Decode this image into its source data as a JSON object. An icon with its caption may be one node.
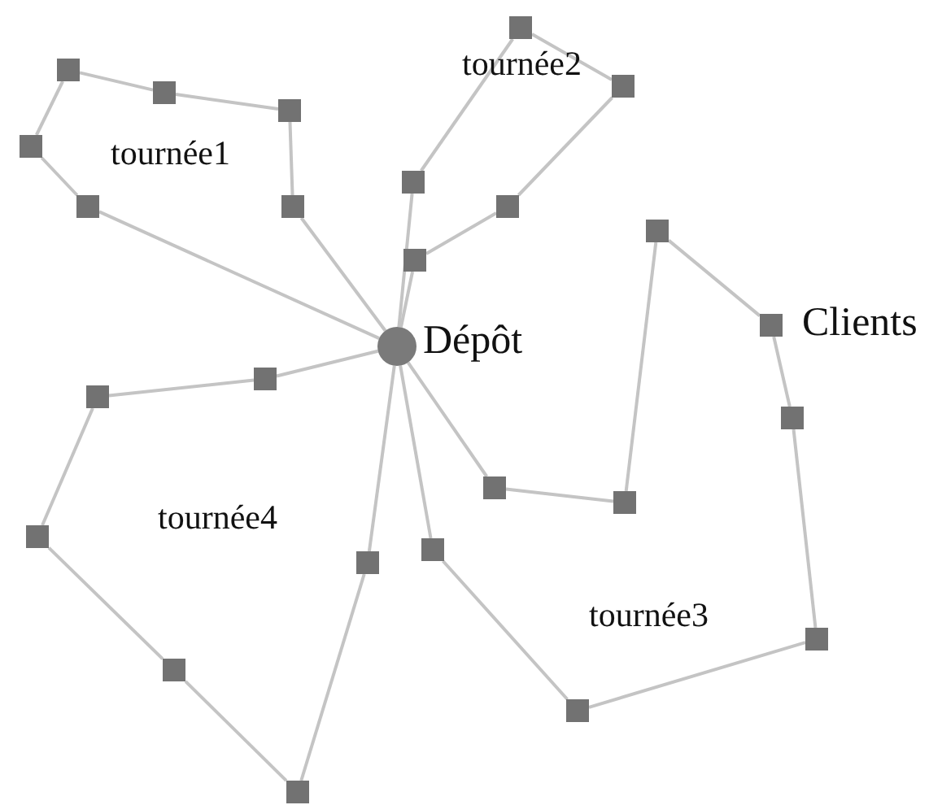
{
  "diagram": {
    "nodes": [
      {
        "text": [],
        "shape": "circle",
        "beside": [
          "Dépôt"
        ]
      },
      {
        "text": [],
        "shape": "box"
      },
      {
        "text": [],
        "shape": "box"
      },
      {
        "text": [],
        "shape": "box"
      },
      {
        "text": [],
        "shape": "box"
      },
      {
        "text": [],
        "shape": "box"
      },
      {
        "text": [],
        "shape": "box"
      },
      {
        "text": [],
        "shape": "box"
      },
      {
        "text": [],
        "shape": "box"
      },
      {
        "text": [],
        "shape": "box"
      },
      {
        "text": [],
        "shape": "box"
      },
      {
        "text": [],
        "shape": "box"
      },
      {
        "text": [],
        "shape": "box"
      },
      {
        "text": [],
        "shape": "box"
      },
      {
        "text": [],
        "shape": "box"
      },
      {
        "text": [],
        "shape": "box",
        "beside": [
          "Clients"
        ]
      },
      {
        "text": [],
        "shape": "box"
      },
      {
        "text": [],
        "shape": "box"
      },
      {
        "text": [],
        "shape": "box"
      },
      {
        "text": [],
        "shape": "box"
      },
      {
        "text": [],
        "shape": "box"
      },
      {
        "text": [],
        "shape": "box"
      },
      {
        "text": [],
        "shape": "box"
      },
      {
        "text": [],
        "shape": "box"
      },
      {
        "text": [],
        "shape": "box"
      },
      {
        "text": [],
        "shape": "box"
      }
    ],
    "edges": [
      {
        "from": 0,
        "to": 1,
        "arrow": "none"
      },
      {
        "from": 1,
        "to": 2,
        "arrow": "none"
      },
      {
        "from": 2,
        "to": 3,
        "arrow": "none"
      },
      {
        "from": 3,
        "to": 4,
        "arrow": "none"
      },
      {
        "from": 4,
        "to": 5,
        "arrow": "none"
      },
      {
        "from": 5,
        "to": 6,
        "arrow": "none"
      },
      {
        "from": 6,
        "to": 0,
        "arrow": "none"
      },
      {
        "from": 0,
        "to": 7,
        "arrow": "none"
      },
      {
        "from": 7,
        "to": 8,
        "arrow": "none"
      },
      {
        "from": 8,
        "to": 9,
        "arrow": "none"
      },
      {
        "from": 9,
        "to": 10,
        "arrow": "none"
      },
      {
        "from": 10,
        "to": 11,
        "arrow": "none"
      },
      {
        "from": 11,
        "to": 0,
        "arrow": "none"
      },
      {
        "from": 0,
        "to": 12,
        "arrow": "none"
      },
      {
        "from": 12,
        "to": 13,
        "arrow": "none"
      },
      {
        "from": 13,
        "to": 14,
        "arrow": "none"
      },
      {
        "from": 14,
        "to": 15,
        "arrow": "none"
      },
      {
        "from": 15,
        "to": 16,
        "arrow": "none"
      },
      {
        "from": 16,
        "to": 17,
        "arrow": "none"
      },
      {
        "from": 17,
        "to": 18,
        "arrow": "none"
      },
      {
        "from": 18,
        "to": 19,
        "arrow": "none"
      },
      {
        "from": 19,
        "to": 0,
        "arrow": "none"
      },
      {
        "from": 0,
        "to": 20,
        "arrow": "none"
      },
      {
        "from": 20,
        "to": 21,
        "arrow": "none"
      },
      {
        "from": 21,
        "to": 22,
        "arrow": "none"
      },
      {
        "from": 22,
        "to": 23,
        "arrow": "none"
      },
      {
        "from": 23,
        "to": 24,
        "arrow": "none"
      },
      {
        "from": 24,
        "to": 25,
        "arrow": "none"
      },
      {
        "from": 25,
        "to": 0,
        "arrow": "none"
      }
    ],
    "labels": [
      "tournée1",
      "tournée2",
      "tournée4",
      "tournée3"
    ]
  }
}
